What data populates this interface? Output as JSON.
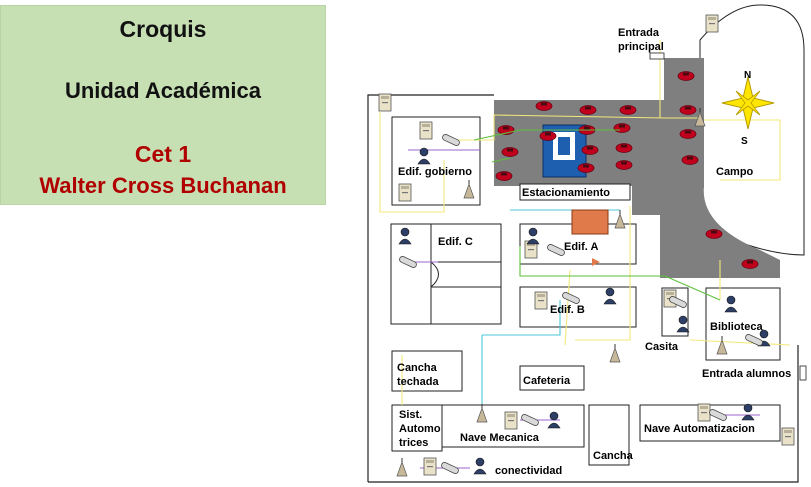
{
  "title_box": {
    "title": "Croquis",
    "subtitle": "Unidad Académica",
    "school_line1": "Cet 1",
    "school_line2": "Walter Cross Buchanan"
  },
  "map_labels": {
    "entrada_principal_1": "Entrada",
    "entrada_principal_2": "principal",
    "compass_n": "N",
    "compass_s": "S",
    "campo": "Campo",
    "edif_gobierno": "Edif. gobierno",
    "estacionamiento": "Estacionamiento",
    "edif_c": "Edif. C",
    "edif_a": "Edif. A",
    "edif_b": "Edif. B",
    "biblioteca": "Biblioteca",
    "casita": "Casita",
    "entrada_alumnos": "Entrada alumnos",
    "cancha_techada_1": "Cancha",
    "cancha_techada_2": "techada",
    "cafeteria": "Cafeteria",
    "sist_1": "Sist.",
    "sist_2": "Automo",
    "sist_3": "trices",
    "nave_mecanica": "Nave Mecanica",
    "cancha": "Cancha",
    "nave_automatizacion": "Nave Automatizacion",
    "conectividad": "conectividad"
  },
  "colors": {
    "title_bg": "#c6e0b4",
    "title_red": "#b00000",
    "road_gray": "#7f7f7f",
    "car_red": "#c0001c",
    "link_yellow": "#f2e87a",
    "link_green": "#5cbf3c",
    "link_cyan": "#4cc7d8",
    "link_purple": "#9966cc",
    "parking_blue": "#1f5fb0",
    "compass_yellow": "#ffe600"
  },
  "icons": [
    "computer-icon",
    "user-icon",
    "router-icon",
    "antenna-icon",
    "car-icon",
    "firewall-icon",
    "camera-icon",
    "compass-icon",
    "parking-icon"
  ]
}
